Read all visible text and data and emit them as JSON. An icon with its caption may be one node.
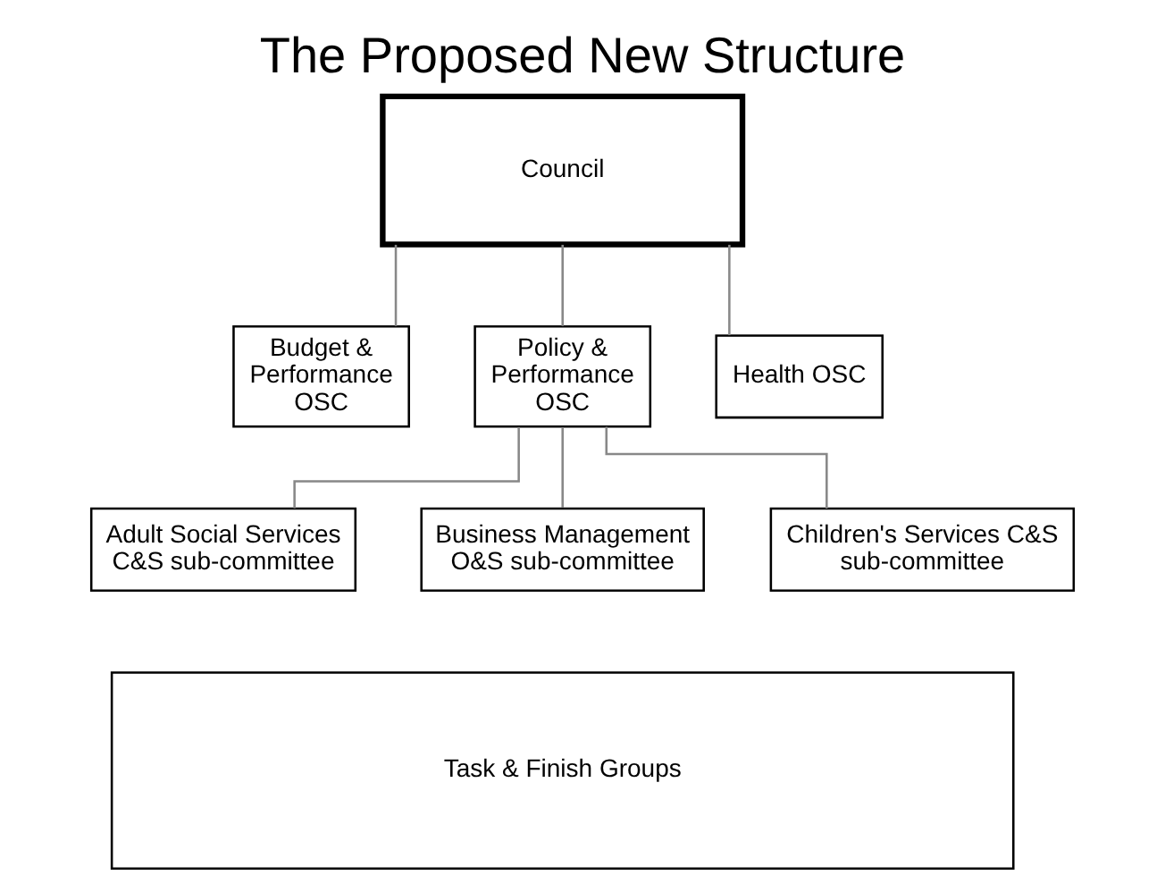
{
  "diagram": {
    "title": "The Proposed New Structure",
    "nodes": [
      {
        "text": [
          "Council"
        ]
      },
      {
        "text": [
          "Budget & Performance OSC"
        ]
      },
      {
        "text": [
          "Policy & Performance OSC"
        ]
      },
      {
        "text": [
          "Health OSC"
        ]
      },
      {
        "text": [
          "Adult Social Services C&S sub-committee"
        ]
      },
      {
        "text": [
          "Business Management O&S sub-committee"
        ]
      },
      {
        "text": [
          "Children's Services C&S sub-committee"
        ]
      },
      {
        "text": [
          "Task & Finish Groups"
        ]
      }
    ],
    "edges": [
      {
        "from": 0,
        "to": 1,
        "arrow": "none"
      },
      {
        "from": 0,
        "to": 2,
        "arrow": "none"
      },
      {
        "from": 0,
        "to": 3,
        "arrow": "none"
      },
      {
        "from": 2,
        "to": 4,
        "arrow": "none"
      },
      {
        "from": 2,
        "to": 5,
        "arrow": "none"
      },
      {
        "from": 2,
        "to": 6,
        "arrow": "none"
      }
    ]
  }
}
